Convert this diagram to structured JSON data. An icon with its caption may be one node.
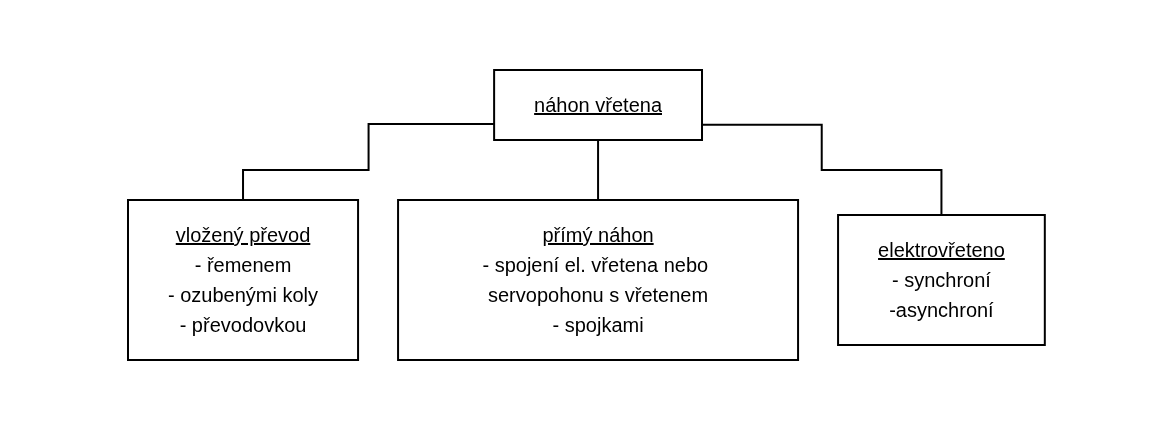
{
  "diagram": {
    "nodes": [
      {
        "text": [
          "náhon vřetena"
        ]
      },
      {
        "text": [
          "vložený převod",
          "- řemenem",
          "- ozubenými koly",
          "- převodovkou"
        ]
      },
      {
        "text": [
          "přímý náhon",
          "- spojení el. vřetena nebo servopohonu s vřetenem",
          "- spojkami"
        ]
      },
      {
        "text": [
          "elektrovřeteno",
          "- synchroní",
          "-asynchroní"
        ]
      }
    ],
    "edges": [
      {
        "from": 0,
        "to": 1,
        "arrow": "none"
      },
      {
        "from": 0,
        "to": 2,
        "arrow": "none"
      },
      {
        "from": 0,
        "to": 3,
        "arrow": "none"
      }
    ]
  }
}
